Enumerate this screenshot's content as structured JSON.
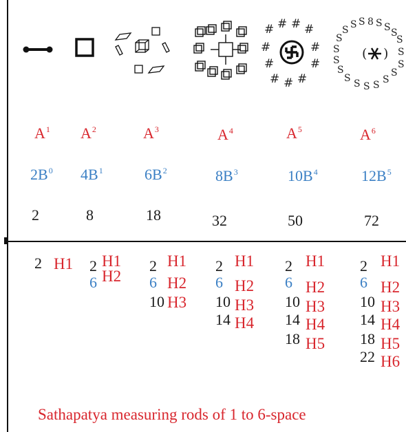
{
  "columns": [
    {
      "a": "A",
      "a_sup": "1",
      "b": "2B",
      "b_sup": "0",
      "n": "2"
    },
    {
      "a": "A",
      "a_sup": "2",
      "b": "4B",
      "b_sup": "1",
      "n": "8"
    },
    {
      "a": "A",
      "a_sup": "3",
      "b": "6B",
      "b_sup": "2",
      "n": "18"
    },
    {
      "a": "A",
      "a_sup": "4",
      "b": "8B",
      "b_sup": "3",
      "n": "32"
    },
    {
      "a": "A",
      "a_sup": "5",
      "b": "10B",
      "b_sup": "4",
      "n": "50"
    },
    {
      "a": "A",
      "a_sup": "6",
      "b": "12B",
      "b_sup": "5",
      "n": "72"
    }
  ],
  "h_groups": [
    [
      {
        "n": "2",
        "h": "H1"
      }
    ],
    [
      {
        "n": "2",
        "h": "H1"
      },
      {
        "n": "6",
        "h": "H2"
      }
    ],
    [
      {
        "n": "2",
        "h": "H1"
      },
      {
        "n": "6",
        "h": "H2"
      },
      {
        "n": "10",
        "h": "H3"
      }
    ],
    [
      {
        "n": "2",
        "h": "H1"
      },
      {
        "n": "6",
        "h": "H2"
      },
      {
        "n": "10",
        "h": "H3"
      },
      {
        "n": "14",
        "h": "H4"
      }
    ],
    [
      {
        "n": "2",
        "h": "H1"
      },
      {
        "n": "6",
        "h": "H2"
      },
      {
        "n": "10",
        "h": "H3"
      },
      {
        "n": "14",
        "h": "H4"
      },
      {
        "n": "18",
        "h": "H5"
      }
    ],
    [
      {
        "n": "2",
        "h": "H1"
      },
      {
        "n": "6",
        "h": "H2"
      },
      {
        "n": "10",
        "h": "H3"
      },
      {
        "n": "14",
        "h": "H4"
      },
      {
        "n": "18",
        "h": "H5"
      },
      {
        "n": "22",
        "h": "H6"
      }
    ]
  ],
  "colors": {
    "red": "#d8262d",
    "blue": "#3a7fc4",
    "black": "#1a1a1a"
  },
  "caption": "Sathapatya measuring rods of 1 to 6-space",
  "icons": [
    "rod-1-space-icon",
    "square-2-space-icon",
    "cube-3-space-icon",
    "cube-cluster-4-space-icon",
    "hash-swastika-5-space-icon",
    "ring-6-space-icon"
  ]
}
